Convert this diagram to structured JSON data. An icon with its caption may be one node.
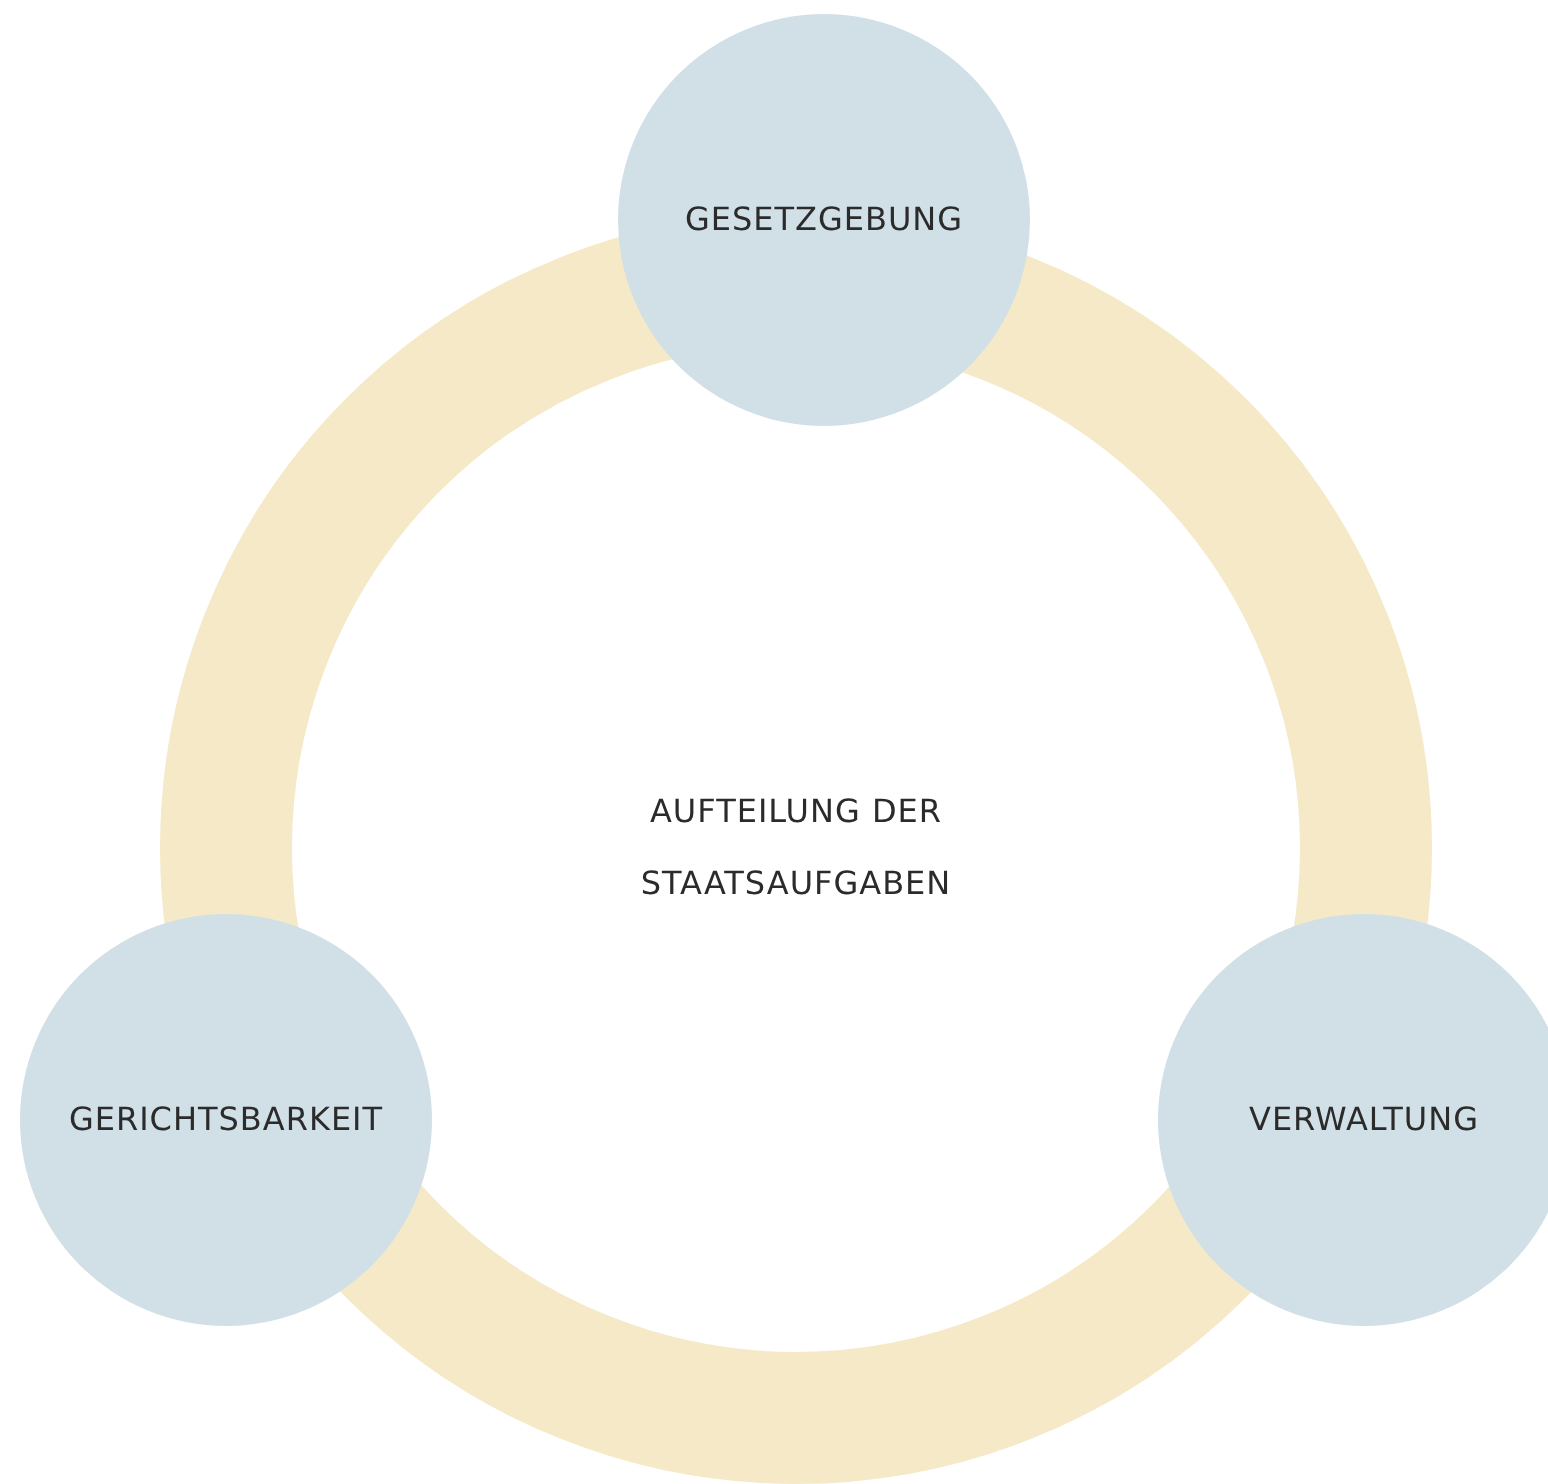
{
  "diagram": {
    "nodes": [
      {
        "text": [
          "AUFTEILUNG DER STAATSAUFGABEN"
        ]
      },
      {
        "text": [
          "GESETZGEBUNG"
        ]
      },
      {
        "text": [
          "GERICHTSBARKEIT"
        ]
      },
      {
        "text": [
          "VERWALTUNG"
        ]
      }
    ]
  }
}
